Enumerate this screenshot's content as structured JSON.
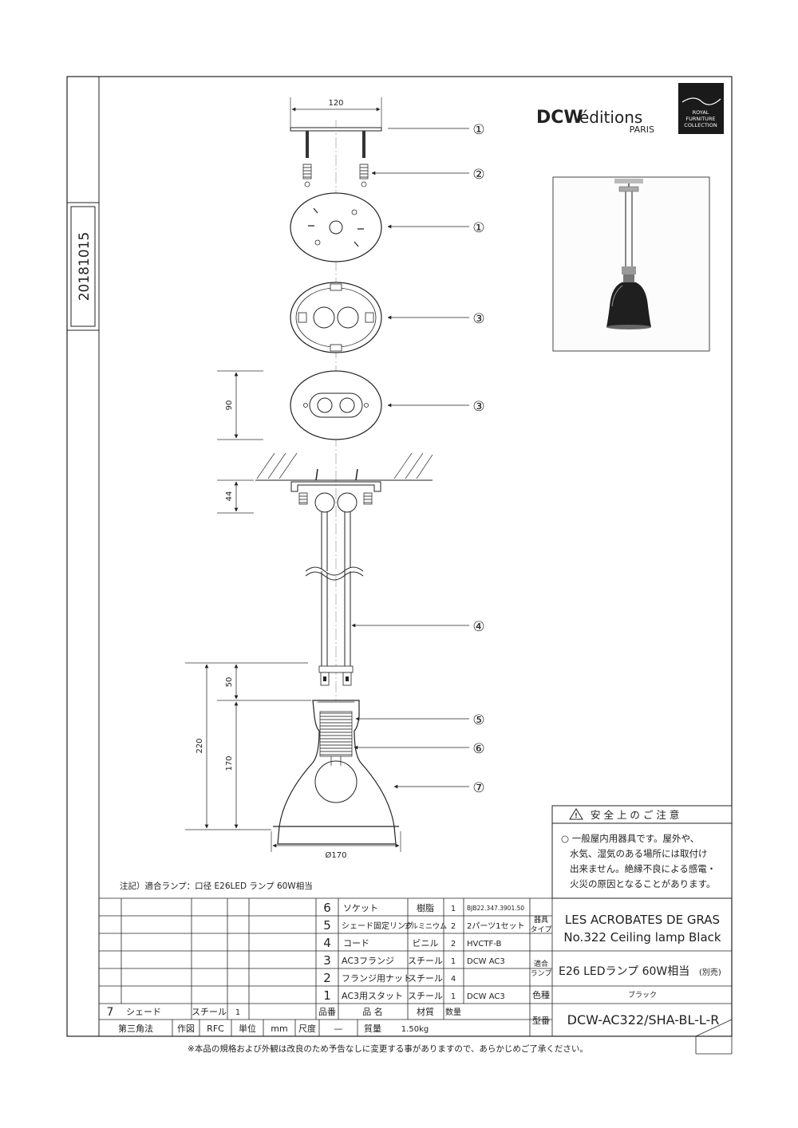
{
  "date_stamp": "20181015",
  "brand": {
    "name_dcw": "DCW",
    "name_editions": "éditions",
    "city": "PARIS",
    "badge_lines": [
      "ROYAL",
      "FURNITURE",
      "COLLECTION"
    ]
  },
  "dimensions": {
    "top_width": "120",
    "flange_height": "90",
    "ceiling_gap": "44",
    "socket_height": "50",
    "total_height": "220",
    "shade_height": "170",
    "shade_diameter": "Ø170"
  },
  "callouts": [
    "①",
    "②",
    "①",
    "③",
    "③",
    "④",
    "⑤",
    "⑥",
    "⑦"
  ],
  "safety": {
    "title": "安 全 上 の ご 注 意",
    "lines": [
      "○ 一般屋内用器具です。屋外や、",
      "水気、湿気のある場所には取付け",
      "出来ません。絶縁不良による感電・",
      "火災の原因となることがあります。"
    ]
  },
  "note": "注記）適合ランプ：口径 E26LED ランプ 60W相当",
  "parts": [
    {
      "no": "6",
      "name": "ソケット",
      "material": "樹脂",
      "qty": "1",
      "remark": "BJB22.347.3901.50"
    },
    {
      "no": "5",
      "name": "シェード固定リング",
      "material": "アルミニウム",
      "qty": "2",
      "remark": "2パーツ1セット"
    },
    {
      "no": "4",
      "name": "コード",
      "material": "ビニル",
      "qty": "2",
      "remark": "HVCTF-B"
    },
    {
      "no": "3",
      "name": "AC3フランジ",
      "material": "スチール",
      "qty": "1",
      "remark": "DCW AC3"
    },
    {
      "no": "2",
      "name": "フランジ用ナット",
      "material": "スチール",
      "qty": "4",
      "remark": ""
    },
    {
      "no": "1",
      "name": "AC3用スタット",
      "material": "スチール",
      "qty": "1",
      "remark": "DCW AC3"
    }
  ],
  "part7": {
    "no": "7",
    "name": "シェード",
    "material": "スチール",
    "qty": "1"
  },
  "headers": {
    "part_no": "品番",
    "part_name": "品  名",
    "material": "材質",
    "qty": "数量"
  },
  "spec": {
    "type_label": "器具タイプ",
    "product_name_1": "LES ACROBATES DE GRAS",
    "product_name_2": "No.322 Ceiling lamp Black",
    "lamp_label": "適合ランプ",
    "lamp_value": "E26 LEDランプ 60W相当",
    "lamp_note": "(別売)",
    "color_label": "色種",
    "color_value": "ブラック",
    "model_label": "型番",
    "model_value": "DCW-AC322/SHA-BL-L-R"
  },
  "footer_row": {
    "projection": "第三角法",
    "drawn_label": "作図",
    "drawn_value": "RFC",
    "unit_label": "単位",
    "unit_value": "mm",
    "scale_label": "尺度",
    "scale_value": "—",
    "mass_label": "質量",
    "mass_value": "1.50kg"
  },
  "disclaimer": "※本品の規格および外観は改良のため予告なしに変更する事がありますので、あらかじめご了承ください。"
}
